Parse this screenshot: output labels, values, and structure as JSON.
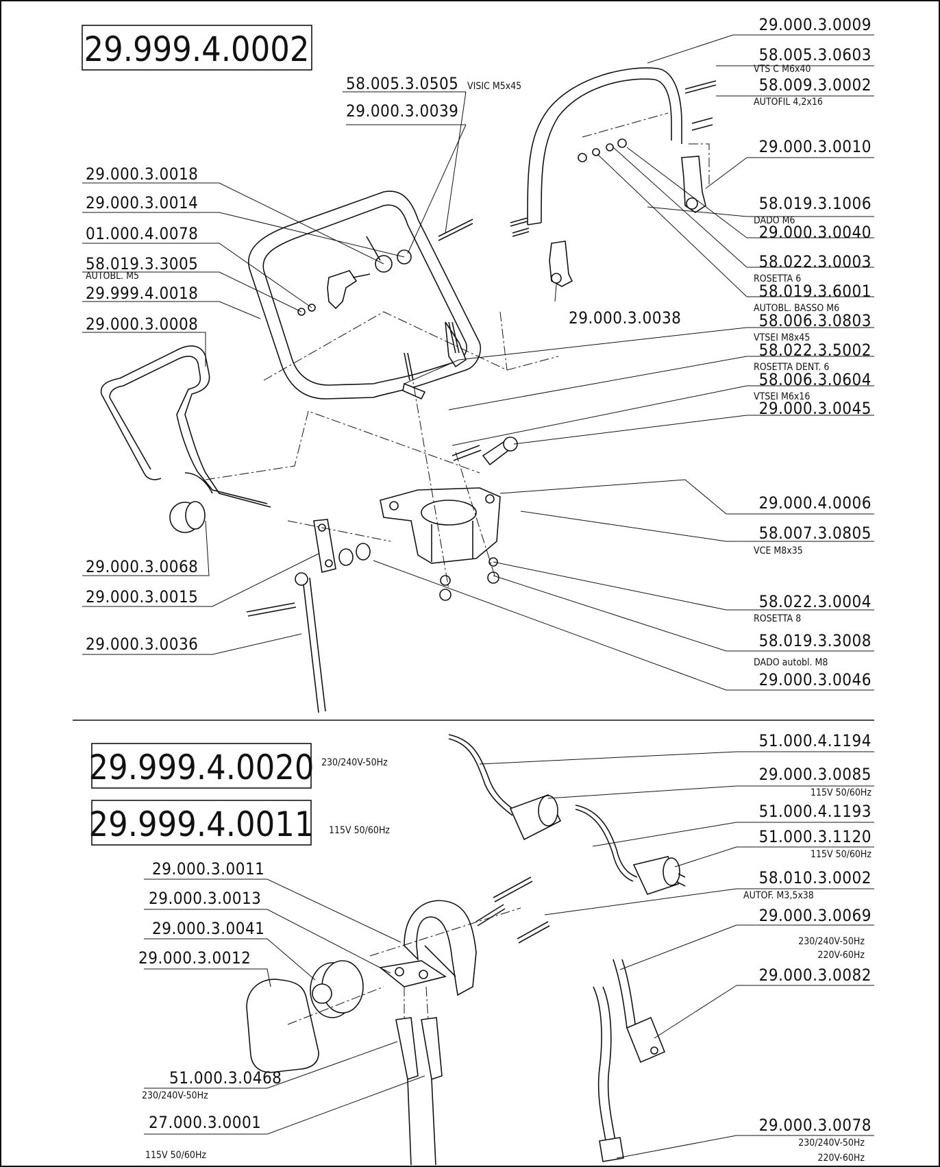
{
  "assemblies": {
    "handle": {
      "code": "29.999.4.0002"
    },
    "cable_230": {
      "code": "29.999.4.0020",
      "note": "230/240V-50Hz"
    },
    "cable_115": {
      "code": "29.999.4.0011",
      "note": "115V 50/60Hz"
    }
  },
  "top_right_labels": [
    {
      "code": "29.000.3.0009",
      "sub": ""
    },
    {
      "code": "58.005.3.0603",
      "sub": "VTS C M6x40"
    },
    {
      "code": "58.009.3.0002",
      "sub": "AUTOFIL 4,2x16"
    },
    {
      "code": "29.000.3.0010",
      "sub": ""
    },
    {
      "code": "58.019.3.1006",
      "sub": "DADO M6"
    },
    {
      "code": "29.000.3.0040",
      "sub": ""
    },
    {
      "code": "58.022.3.0003",
      "sub": "ROSETTA 6"
    },
    {
      "code": "58.019.3.6001",
      "sub": "AUTOBL. BASSO M6"
    },
    {
      "code": "58.006.3.0803",
      "sub": "VTSEI M8x45"
    },
    {
      "code": "58.022.3.5002",
      "sub": "ROSETTA DENT. 6"
    },
    {
      "code": "58.006.3.0604",
      "sub": "VTSEI M6x16"
    },
    {
      "code": "29.000.3.0045",
      "sub": ""
    },
    {
      "code": "29.000.4.0006",
      "sub": ""
    },
    {
      "code": "58.007.3.0805",
      "sub": "VCE M8x35"
    },
    {
      "code": "58.022.3.0004",
      "sub": "ROSETTA 8"
    },
    {
      "code": "58.019.3.3008",
      "sub": "DADO autobl. M8"
    },
    {
      "code": "29.000.3.0046",
      "sub": ""
    }
  ],
  "top_left_labels": [
    {
      "code": "58.005.3.0505",
      "sub": "VISIC M5x45"
    },
    {
      "code": "29.000.3.0039",
      "sub": ""
    },
    {
      "code": "29.000.3.0018",
      "sub": ""
    },
    {
      "code": "29.000.3.0014",
      "sub": ""
    },
    {
      "code": "01.000.4.0078",
      "sub": ""
    },
    {
      "code": "58.019.3.3005",
      "sub": "AUTOBL. M5"
    },
    {
      "code": "29.999.4.0018",
      "sub": ""
    },
    {
      "code": "29.000.3.0008",
      "sub": ""
    },
    {
      "code": "29.000.3.0038",
      "sub": ""
    },
    {
      "code": "29.000.3.0068",
      "sub": ""
    },
    {
      "code": "29.000.3.0015",
      "sub": ""
    },
    {
      "code": "29.000.3.0036",
      "sub": ""
    }
  ],
  "bottom_right_labels": [
    {
      "code": "51.000.4.1194",
      "sub": ""
    },
    {
      "code": "29.000.3.0085",
      "sub": "115V 50/60Hz"
    },
    {
      "code": "51.000.4.1193",
      "sub": ""
    },
    {
      "code": "51.000.3.1120",
      "sub": "115V 50/60Hz"
    },
    {
      "code": "58.010.3.0002",
      "sub": "AUTOF. M3,5x38"
    },
    {
      "code": "29.000.3.0069",
      "sub": "230/240V-50Hz",
      "sub2": "220V-60Hz"
    },
    {
      "code": "29.000.3.0082",
      "sub": ""
    },
    {
      "code": "29.000.3.0078",
      "sub": "230/240V-50Hz",
      "sub2": "220V-60Hz"
    }
  ],
  "bottom_left_labels": [
    {
      "code": "29.000.3.0011",
      "sub": ""
    },
    {
      "code": "29.000.3.0013",
      "sub": ""
    },
    {
      "code": "29.000.3.0041",
      "sub": ""
    },
    {
      "code": "29.000.3.0012",
      "sub": ""
    },
    {
      "code": "51.000.3.0468",
      "sub": "230/240V-50Hz"
    },
    {
      "code": "27.000.3.0001",
      "sub": "115V 50/60Hz"
    }
  ]
}
